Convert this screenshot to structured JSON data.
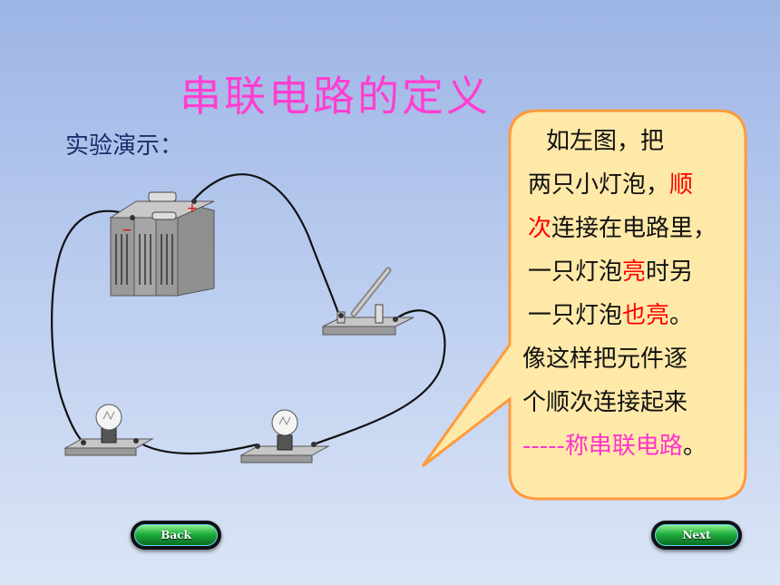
{
  "slide": {
    "title": "串联电路的定义",
    "subtitle": "实验演示：",
    "battery": {
      "plus": "+",
      "minus": "−"
    }
  },
  "bubble": {
    "line1": "　如左图，把",
    "line2_a": "两只小灯泡，",
    "line2_b": "顺",
    "line3_a": "次",
    "line3_b": "连接在电路里，",
    "line4_a": "一只灯泡",
    "line4_b": "亮",
    "line4_c": "时另",
    "line5_a": "一只灯泡",
    "line5_b": "也亮",
    "line5_c": "。",
    "line6": "像这样把元件逐",
    "line7": "个顺次连接起来",
    "line8_a": "-----称",
    "line8_b": "串联电路",
    "line8_c": "。"
  },
  "nav": {
    "back_label": "Back",
    "next_label": "Next"
  },
  "colors": {
    "title": "#ff3fd0",
    "highlight_red": "#ff0000",
    "highlight_pink": "#ff33cc",
    "bubble_fill": "#ffe9a8",
    "bubble_border": "#ff9a3c"
  }
}
